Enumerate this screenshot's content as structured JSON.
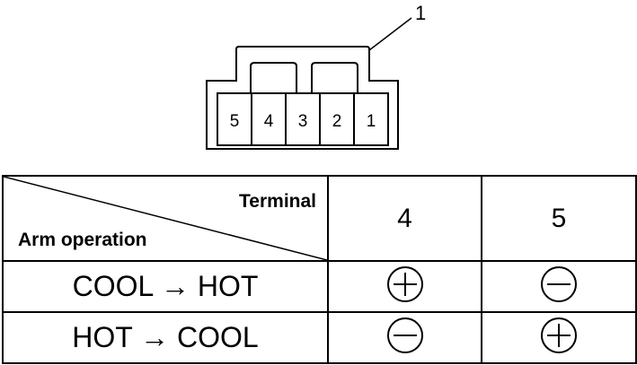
{
  "connector": {
    "callout_label": "1",
    "pins": [
      "5",
      "4",
      "3",
      "2",
      "1"
    ]
  },
  "table": {
    "header_corner_top": "Terminal",
    "header_corner_bottom": "Arm operation",
    "terminals": [
      "4",
      "5"
    ],
    "rows": [
      {
        "operation": "COOL → HOT",
        "values": [
          "plus",
          "minus"
        ]
      },
      {
        "operation": "HOT → COOL",
        "values": [
          "minus",
          "plus"
        ]
      }
    ]
  }
}
